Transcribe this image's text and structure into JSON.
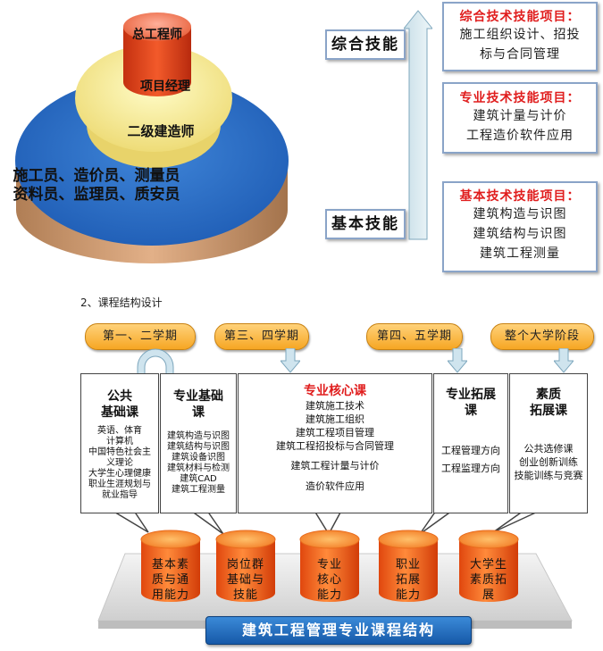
{
  "pyramid": {
    "top": "总工程师",
    "level2": "项目经理",
    "level3": "二级建造师",
    "base_line1": "施工员、造价员、测量员",
    "base_line2": "资料员、监理员、质安员"
  },
  "levels": {
    "composite": "综合技能",
    "basic": "基本技能"
  },
  "skill_boxes": [
    {
      "title": "综合技术技能项目：",
      "lines": [
        "施工组织设计、招投",
        "标与合同管理"
      ]
    },
    {
      "title": "专业技术技能项目：",
      "lines": [
        "建筑计量与计价",
        "工程造价软件应用"
      ]
    },
    {
      "title": "基本技术技能项目：",
      "lines": [
        "建筑构造与识图",
        "建筑结构与识图",
        "建筑工程测量"
      ]
    }
  ],
  "section_caption": "2、课程结构设计",
  "semesters": [
    "第一、二学期",
    "第三、四学期",
    "第四、五学期",
    "整个大学阶段"
  ],
  "courses": {
    "public": {
      "title_line1": "公共",
      "title_line2": "基础课",
      "items": [
        "英语、体育",
        "计算机",
        "中国特色社会主",
        "义理论",
        "大学生心理健康",
        "职业生涯规划与",
        "就业指导"
      ]
    },
    "foundation": {
      "title_line1": "专业基础",
      "title_line2": "课",
      "items": [
        "建筑构造与识图",
        "建筑结构与识图",
        "建筑设备识图",
        "建筑材料与检测",
        "建筑CAD",
        "建筑工程测量"
      ]
    },
    "core": {
      "title": "专业核心课",
      "items": [
        "建筑施工技术",
        "建筑施工组织",
        "建筑工程项目管理",
        "建筑工程招投标与合同管理",
        "建筑工程计量与计价",
        "造价软件应用"
      ]
    },
    "extension": {
      "title_line1": "专业拓展",
      "title_line2": "课",
      "items": [
        "工程管理方向",
        "工程监理方向"
      ]
    },
    "quality": {
      "title_line1": "素质",
      "title_line2": "拓展课",
      "items": [
        "公共选修课",
        "创业创新训练",
        "技能训练与竞赛"
      ]
    }
  },
  "abilities": [
    [
      "基本素",
      "质与通",
      "用能力"
    ],
    [
      "岗位群",
      "基础与",
      "技能"
    ],
    [
      "专业",
      "核心",
      "能力"
    ],
    [
      "职业",
      "拓展",
      "能力"
    ],
    [
      "大学生",
      "素质拓",
      "展"
    ]
  ],
  "banner": "建筑工程管理专业课程结构",
  "colors": {
    "accent_red": "#e01d1d",
    "pill_orange": "#f6a623",
    "banner_blue": "#1659a8",
    "pyramid_blue": "#2f6fc4"
  }
}
